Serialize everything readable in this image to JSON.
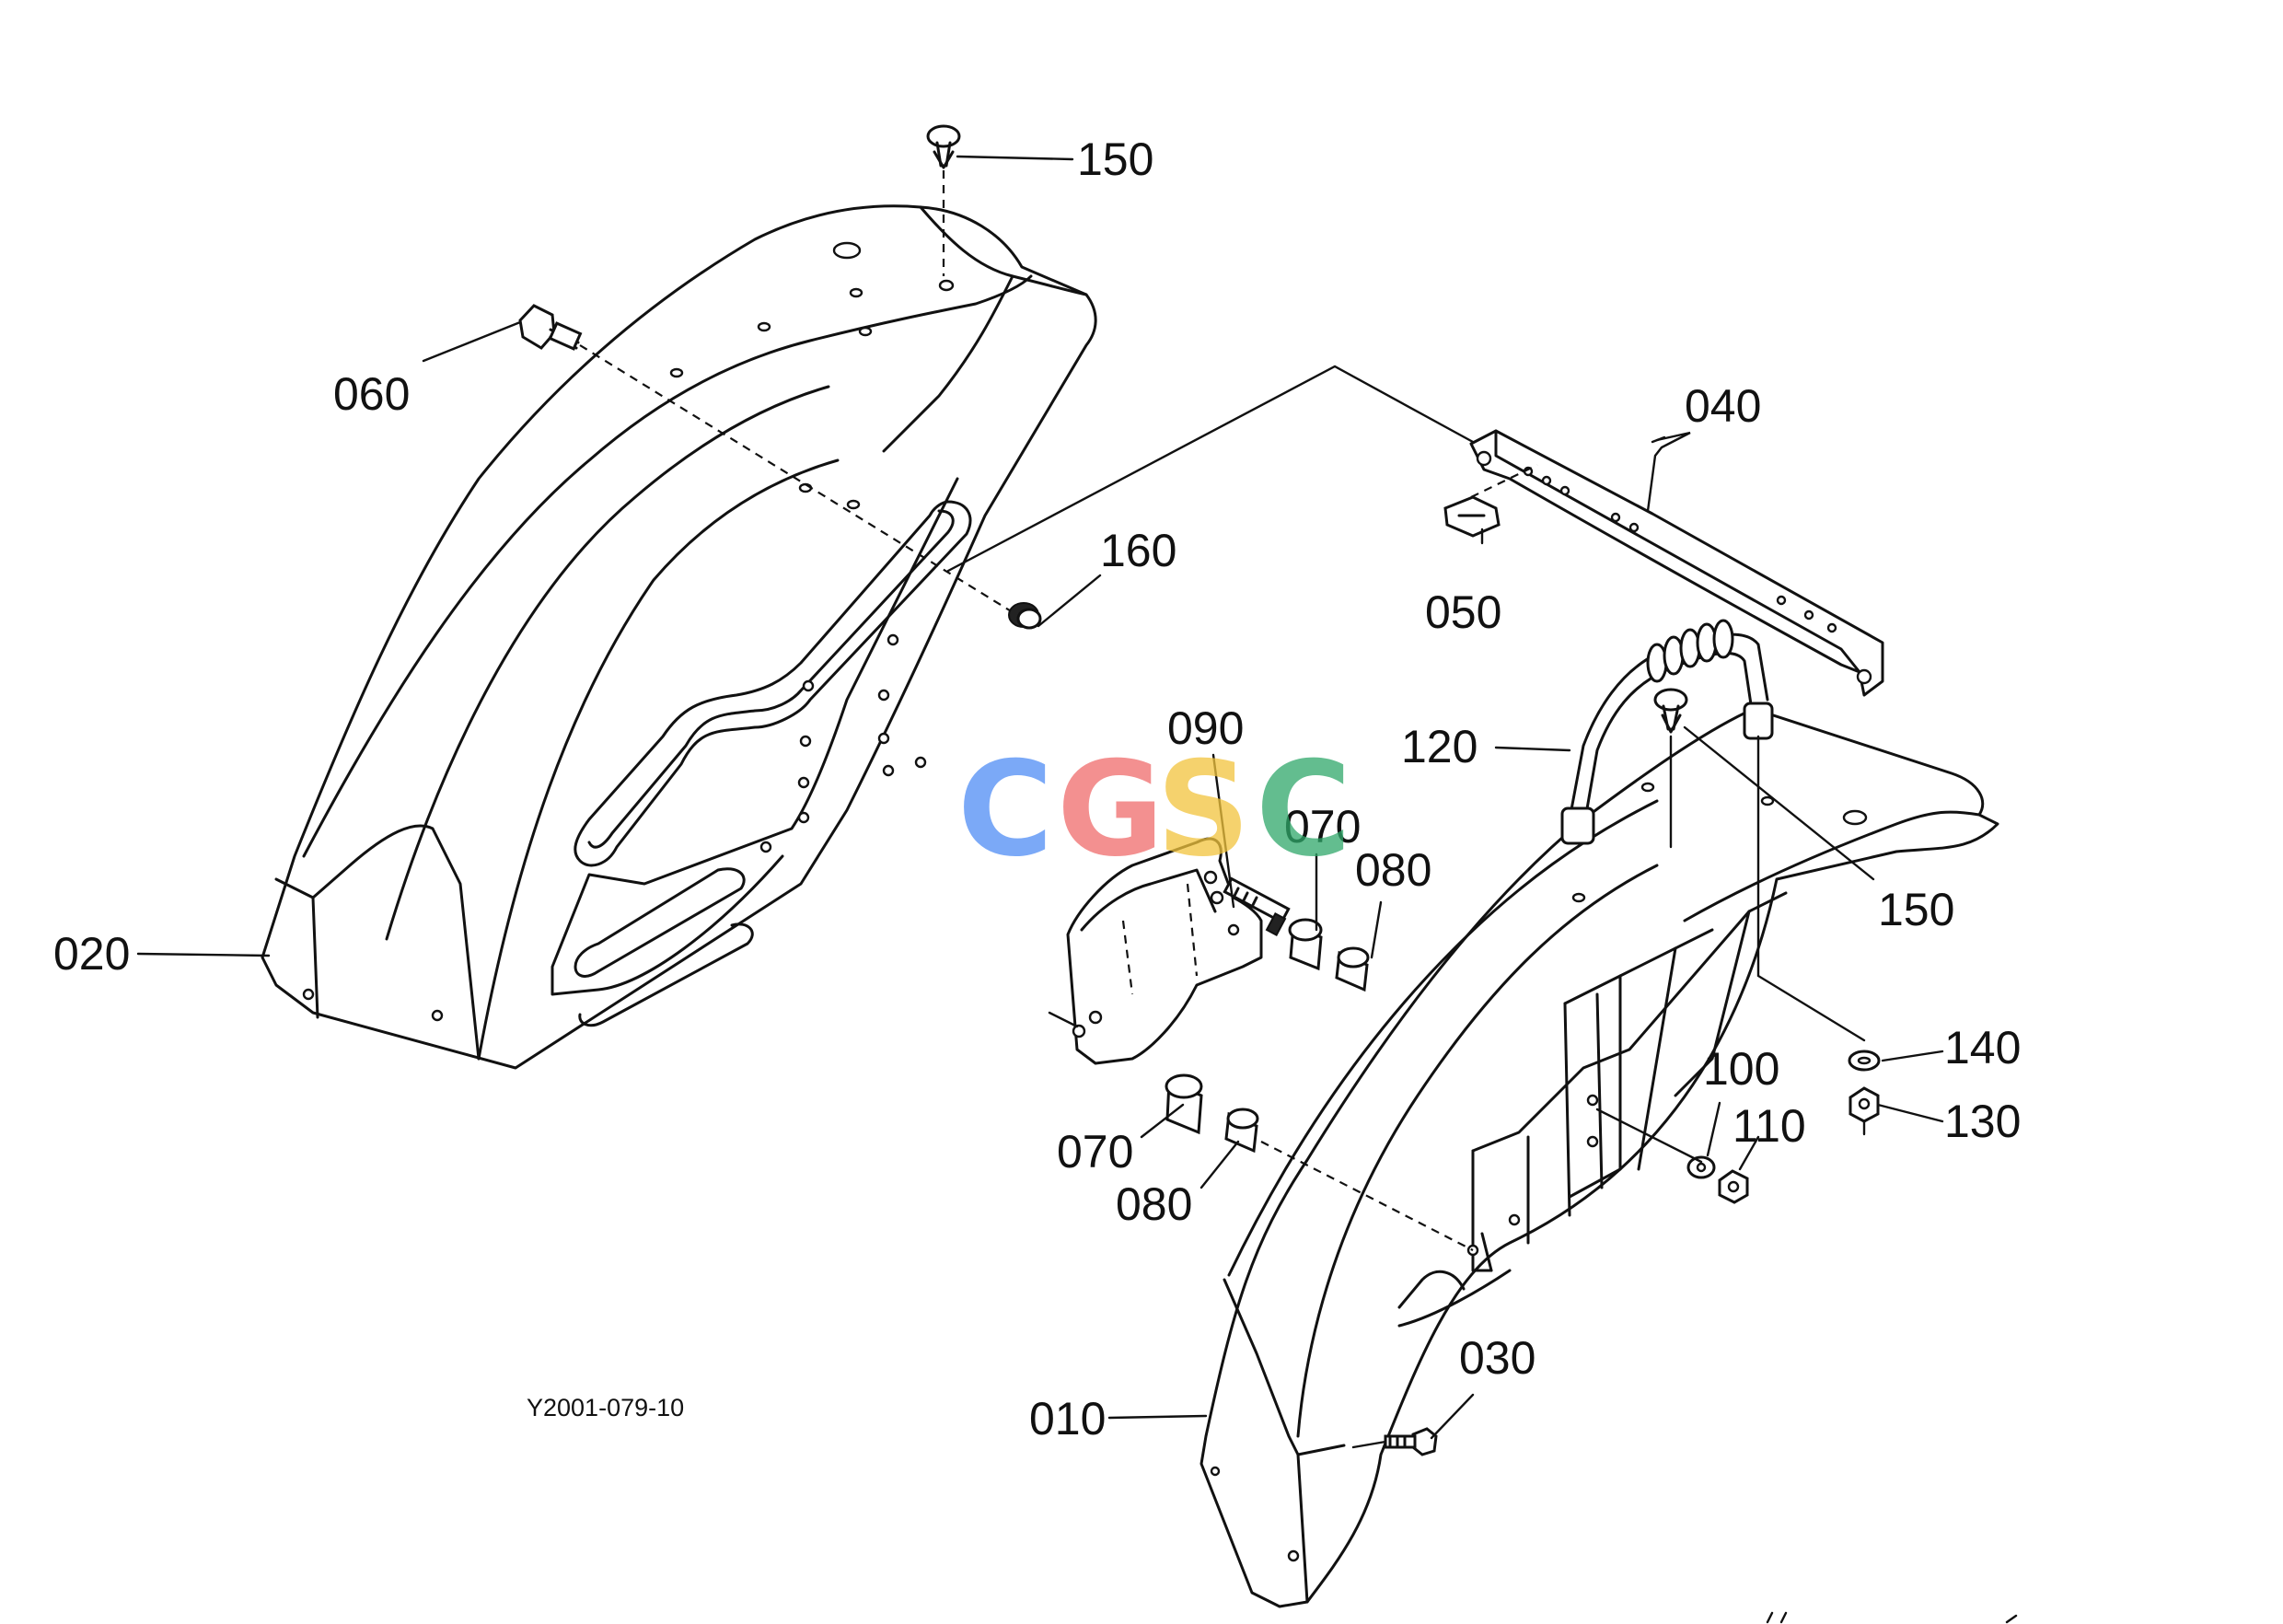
{
  "drawing_code": "Y2001-079-10",
  "watermark": {
    "letters": [
      "C",
      "G",
      "S",
      "C"
    ],
    "colors": [
      "#4f8df5",
      "#ef6b6b",
      "#f2c43d",
      "#2fa86a"
    ]
  },
  "callouts": {
    "p010": "010",
    "p020": "020",
    "p030": "030",
    "p040": "040",
    "p050": "050",
    "p060": "060",
    "p070a": "070",
    "p070b": "070",
    "p080a": "080",
    "p080b": "080",
    "p090": "090",
    "p100": "100",
    "p110": "110",
    "p120": "120",
    "p130": "130",
    "p140": "140",
    "p150a": "150",
    "p150b": "150",
    "p160": "160"
  }
}
